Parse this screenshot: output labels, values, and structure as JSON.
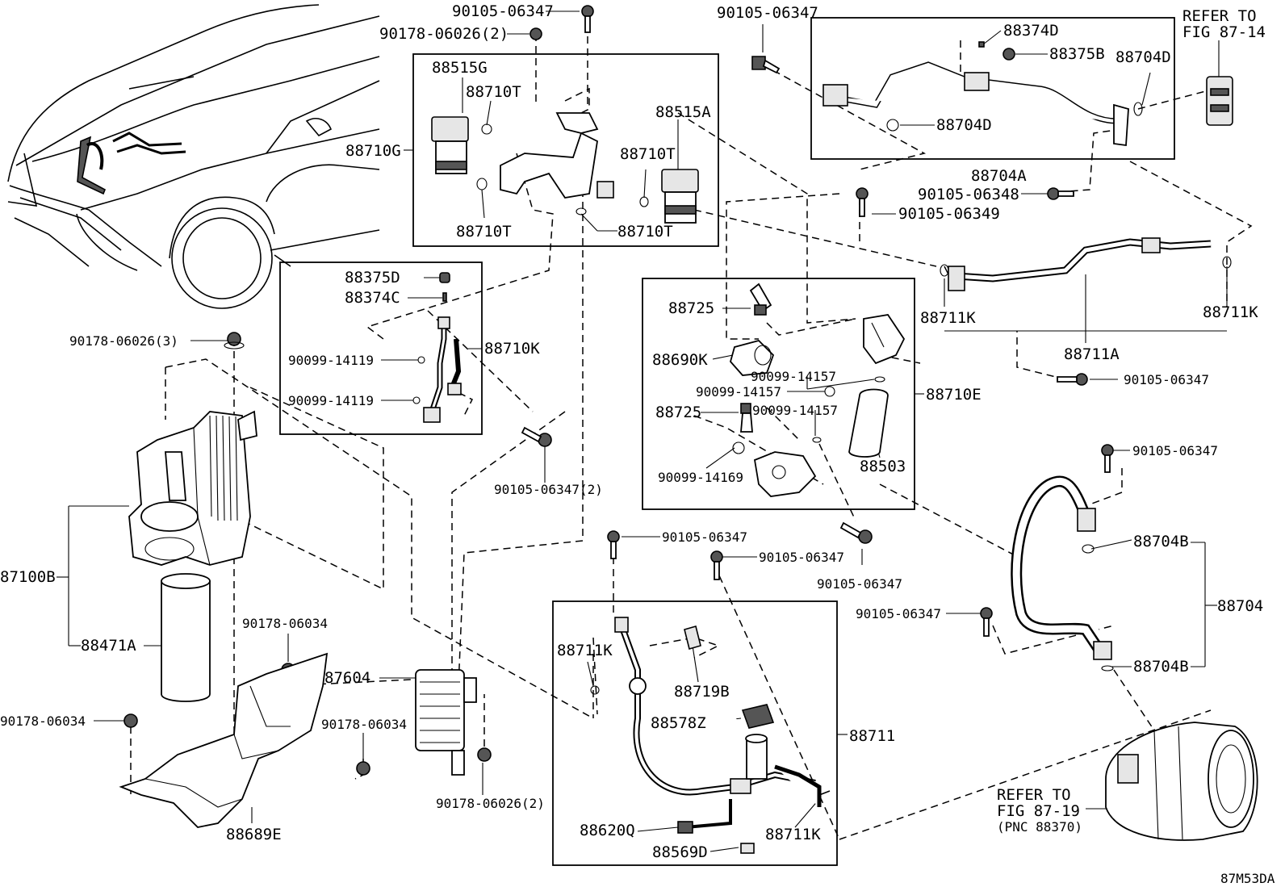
{
  "diagram_id": "87M53DA",
  "labels": {
    "p_90105_06347_top": "90105-06347",
    "p_90178_06026_2_top": "90178-06026(2)",
    "p_90105_06347_tr": "90105-06347",
    "refer_87_14_line1": "REFER TO",
    "refer_87_14_line2": "FIG 87-14",
    "p_88374D": "88374D",
    "p_88375B": "88375B",
    "p_88704D_right": "88704D",
    "p_88704D_mid": "88704D",
    "p_88704A": "88704A",
    "p_90105_06348": "90105-06348",
    "p_90105_06349": "90105-06349",
    "p_88515G": "88515G",
    "p_88710T_a": "88710T",
    "p_88515A": "88515A",
    "p_88710G": "88710G",
    "p_88710T_b": "88710T",
    "p_88710T_c": "88710T",
    "p_88710T_d": "88710T",
    "p_88375D": "88375D",
    "p_88374C": "88374C",
    "p_90099_14119_a": "90099-14119",
    "p_88710K": "88710K",
    "p_90099_14119_b": "90099-14119",
    "p_90105_06347_2": "90105-06347(2)",
    "p_90178_06026_3": "90178-06026(3)",
    "p_87100B": "87100B",
    "p_88471A": "88471A",
    "p_90178_06034_a": "90178-06034",
    "p_90178_06034_b": "90178-06034",
    "p_90178_06034_c": "90178-06034",
    "p_87604": "87604",
    "p_90178_06026_2_bot": "90178-06026(2)",
    "p_88689E": "88689E",
    "p_88725_a": "88725",
    "p_88690K": "88690K",
    "p_90099_14157_a": "90099-14157",
    "p_90099_14157_b": "90099-14157",
    "p_90099_14157_c": "90099-14157",
    "p_88725_b": "88725",
    "p_88710E": "88710E",
    "p_90099_14169": "90099-14169",
    "p_88503": "88503",
    "p_88711K_a": "88711K",
    "p_88711K_b": "88711K",
    "p_88711A": "88711A",
    "p_90105_06347_r": "90105-06347",
    "p_90105_06347_r2": "90105-06347",
    "p_88704B_a": "88704B",
    "p_88704": "88704",
    "p_90105_06347_r3": "90105-06347",
    "p_88704B_b": "88704B",
    "p_90105_06347_m1": "90105-06347",
    "p_90105_06347_m2": "90105-06347",
    "p_90105_06347_m3": "90105-06347",
    "p_88711K_c": "88711K",
    "p_88719B": "88719B",
    "p_88578Z": "88578Z",
    "p_88711": "88711",
    "p_88620Q": "88620Q",
    "p_88569D": "88569D",
    "p_88711K_d": "88711K",
    "refer_87_19_line1": "REFER TO",
    "refer_87_19_line2": "FIG 87-19",
    "refer_87_19_line3": "(PNC 88370)"
  }
}
